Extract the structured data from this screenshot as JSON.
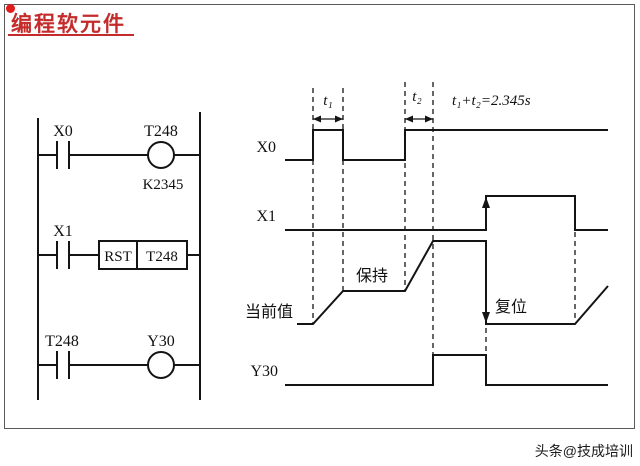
{
  "page": {
    "title": "编程软元件",
    "title_color": "#c42b2b",
    "accent_dot_color": "#e01c1c",
    "watermark": "头条@技成培训"
  },
  "ladder": {
    "rung1": {
      "contact": "X0",
      "coil": "T248",
      "constant": "K2345"
    },
    "rung2": {
      "contact": "X1",
      "reset_label": "RST",
      "reset_target": "T248"
    },
    "rung3": {
      "contact": "T248",
      "coil": "Y30"
    }
  },
  "timing": {
    "t1": "t₁",
    "t2": "t₂",
    "sum": "t₁+t₂=2.345s",
    "signal_x0": "X0",
    "signal_x1": "X1",
    "signal_current": "当前值",
    "signal_y30": "Y30",
    "hold": "保持",
    "reset": "复位"
  }
}
